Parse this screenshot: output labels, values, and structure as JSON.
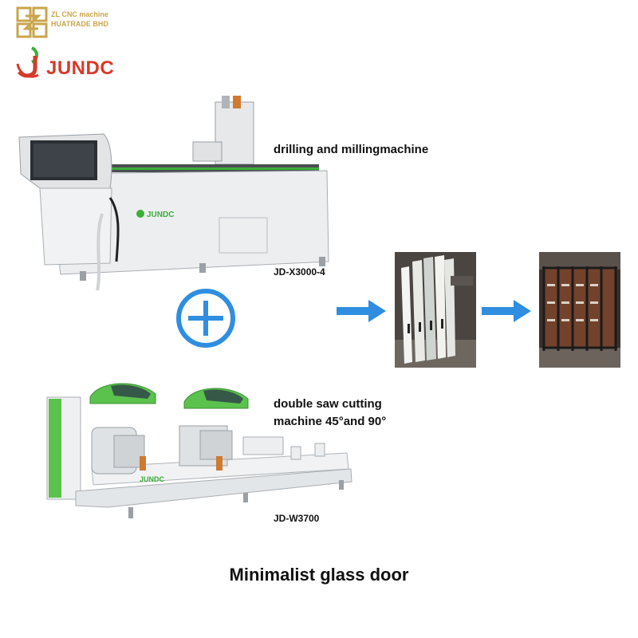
{
  "brand": {
    "zl_line1": "ZL CNC machine",
    "zl_line2": "HUATRADE BHD",
    "jundc": "JUNDC",
    "machine_logo": "JUNDC"
  },
  "machine1": {
    "description": "drilling and millingmachine",
    "model": "JD-X3000-4"
  },
  "machine2": {
    "description_line1": "double saw cutting",
    "description_line2": "machine 45°and 90°",
    "model": "JD-W3700"
  },
  "caption": "Minimalist glass door",
  "icons": {
    "plus": "plus-circle-icon",
    "arrow": "right-arrow-icon"
  },
  "colors": {
    "accent_blue": "#2f8ee0",
    "brand_gold": "#c9a54d",
    "brand_red": "#d63a2a",
    "brand_green": "#3cae3a"
  }
}
